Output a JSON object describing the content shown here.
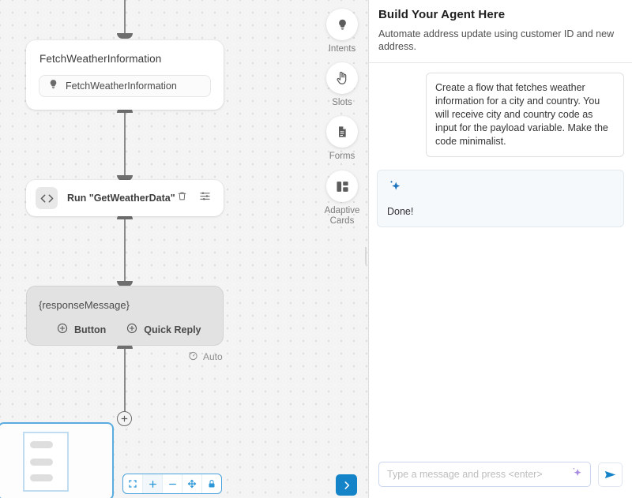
{
  "canvas": {
    "nodes": [
      {
        "type": "intent-node",
        "title": "FetchWeatherInformation",
        "slot_label": "FetchWeatherInformation",
        "slot_icon": "lightbulb-icon"
      },
      {
        "type": "code-node",
        "badge_icon": "code-brackets-icon",
        "label": "Run \"GetWeatherData\"",
        "actions": [
          "delete-icon",
          "settings-sliders-icon"
        ]
      },
      {
        "type": "message-node",
        "title": "{responseMessage}",
        "buttons": [
          {
            "icon": "plus-circle-icon",
            "label": "Button"
          },
          {
            "icon": "plus-circle-icon",
            "label": "Quick Reply"
          }
        ]
      }
    ],
    "auto_tag": {
      "icon": "timer-icon",
      "label": "Auto"
    },
    "add_node_icon": "plus-circle-icon",
    "controls": [
      {
        "name": "fit-view-button",
        "icon": "fit-screen-icon",
        "active": false
      },
      {
        "name": "zoom-in-button",
        "icon": "plus-icon",
        "active": true
      },
      {
        "name": "zoom-out-button",
        "icon": "minus-icon",
        "active": false
      },
      {
        "name": "center-view-button",
        "icon": "move-arrows-icon",
        "active": false
      },
      {
        "name": "lock-button",
        "icon": "lock-icon",
        "active": false
      }
    ],
    "expand_button_icon": "chevron-right-icon",
    "minimap": {
      "name": "minimap",
      "bars": 3
    },
    "accent_color": "#1583c7",
    "grid_color": "#d4d4d4"
  },
  "tool_rail": {
    "items": [
      {
        "icon": "lightbulb-icon",
        "label": "Intents"
      },
      {
        "icon": "hand-pointer-icon",
        "label": "Slots"
      },
      {
        "icon": "document-icon",
        "label": "Forms"
      },
      {
        "icon": "adaptive-cards-icon",
        "label": "Adaptive\nCards"
      }
    ]
  },
  "panel": {
    "title": "Build Your Agent Here",
    "subtitle": "Automate address update using customer ID and new address.",
    "messages": [
      {
        "role": "user",
        "text": "Create a flow that fetches weather information for a city and country. You will receive city and country code as input for the payload variable. Make the code minimalist."
      },
      {
        "role": "assistant",
        "icon": "sparkle-icon",
        "text": "Done!"
      }
    ],
    "composer": {
      "placeholder": "Type a message and press <enter>",
      "sparkle_icon": "sparkle-icon",
      "send_icon": "send-paper-plane-icon"
    }
  }
}
